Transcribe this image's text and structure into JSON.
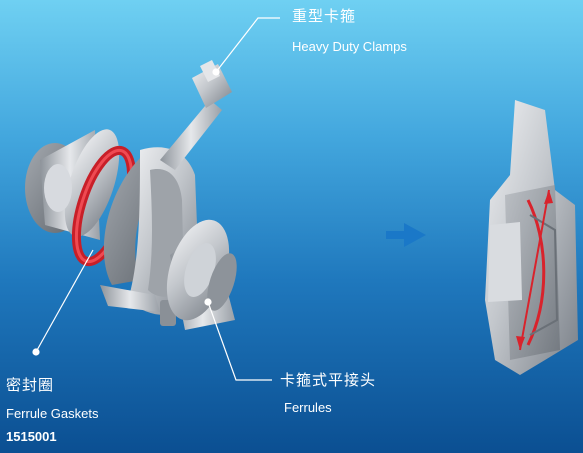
{
  "labels": {
    "clamp": {
      "cn": "重型卡箍",
      "en": "Heavy Duty Clamps"
    },
    "gasket": {
      "cn": "密封圈",
      "en": "Ferrule Gaskets",
      "code": "1515001"
    },
    "ferrule": {
      "cn": "卡箍式平接头",
      "en": "Ferrules"
    }
  },
  "colors": {
    "background_top": "#6fd0f2",
    "background_bottom": "#0b4f92",
    "metal": "#b8bcc2",
    "gasket": "#e0262f",
    "arrow": "#1a78c8"
  }
}
